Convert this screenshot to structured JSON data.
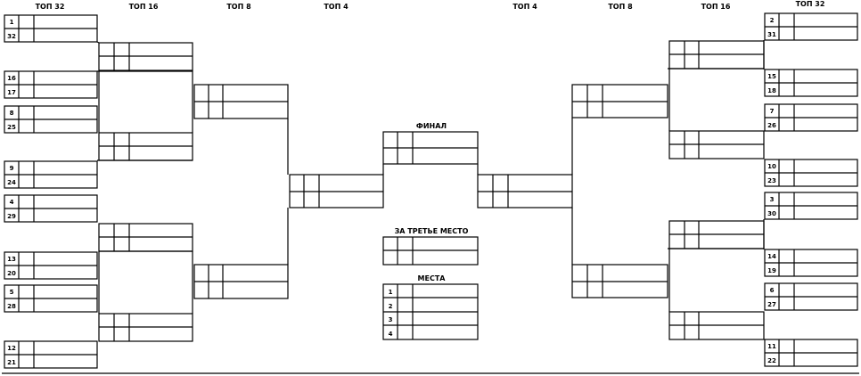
{
  "headers": {
    "left": [
      "ТОП 32",
      "ТОП 16",
      "ТОП 8",
      "ТОП 4"
    ],
    "right": [
      "ТОП 4",
      "ТОП 8",
      "ТОП 16",
      "ТОП 32"
    ]
  },
  "final_label": "ФИНАЛ",
  "third_place_label": "ЗА ТРЕТЬЕ МЕСТО",
  "places_label": "МЕСТА",
  "places": [
    "1",
    "2",
    "3",
    "4"
  ],
  "seeds_left": [
    [
      "1",
      "32"
    ],
    [
      "16",
      "17"
    ],
    [
      "8",
      "25"
    ],
    [
      "9",
      "24"
    ],
    [
      "4",
      "29"
    ],
    [
      "13",
      "20"
    ],
    [
      "5",
      "28"
    ],
    [
      "12",
      "21"
    ]
  ],
  "seeds_right": [
    [
      "2",
      "31"
    ],
    [
      "15",
      "18"
    ],
    [
      "7",
      "26"
    ],
    [
      "10",
      "23"
    ],
    [
      "3",
      "30"
    ],
    [
      "14",
      "19"
    ],
    [
      "6",
      "27"
    ],
    [
      "11",
      "22"
    ]
  ]
}
